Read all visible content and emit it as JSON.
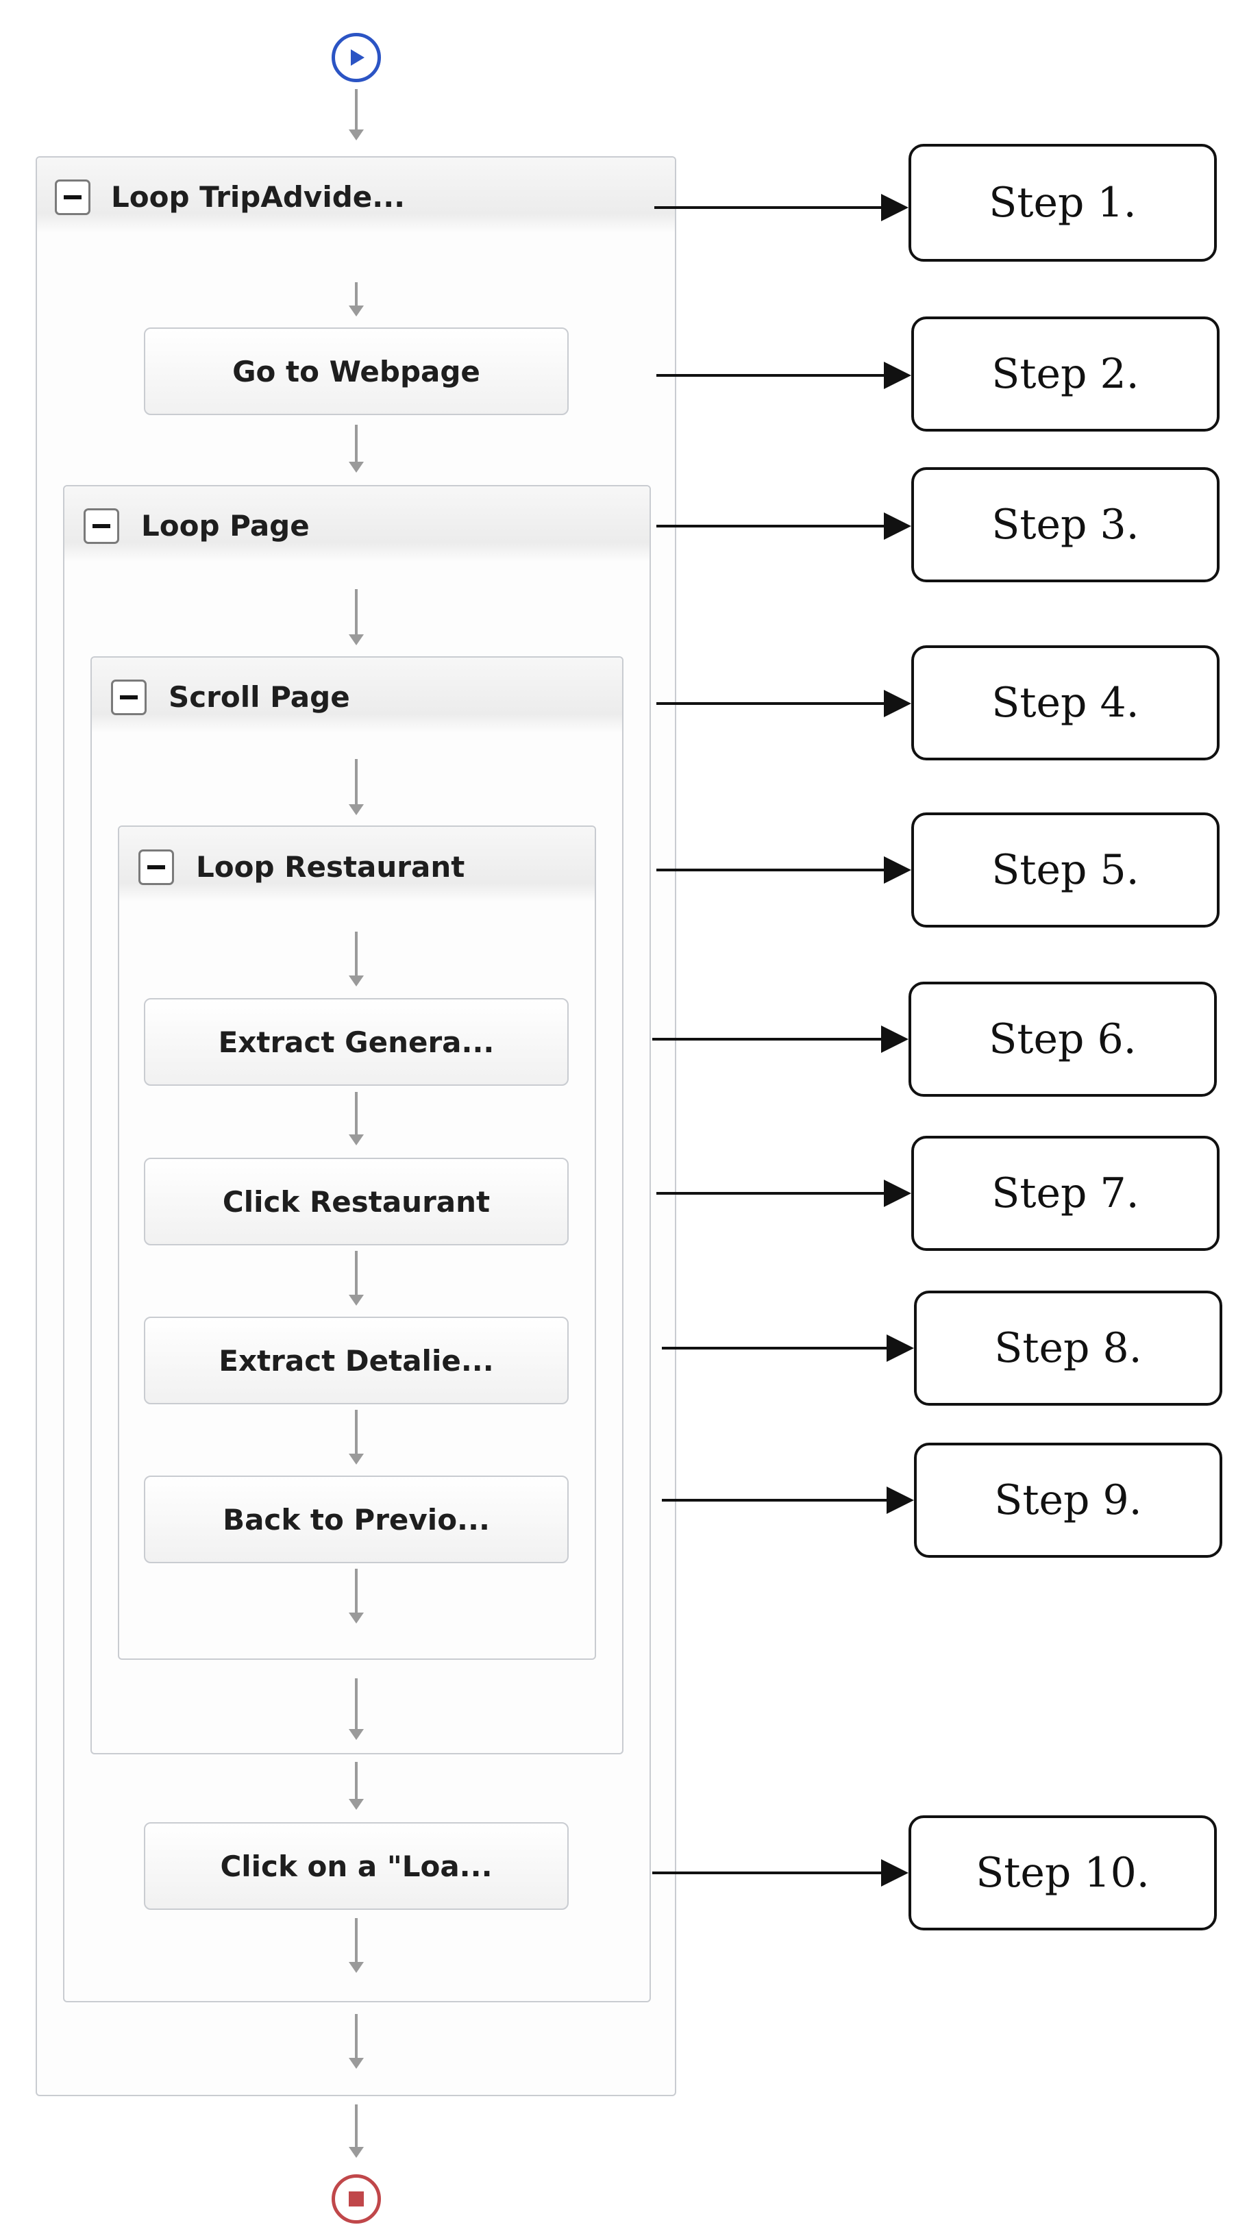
{
  "workflow": {
    "loop_tripadvisor": "Loop TripAdvide...",
    "go_to_webpage": "Go to Webpage",
    "loop_page": "Loop Page",
    "scroll_page": "Scroll Page",
    "loop_restaurant": "Loop Restaurant",
    "extract_general": "Extract Genera...",
    "click_restaurant": "Click Restaurant",
    "extract_detailed": "Extract Detalie...",
    "back_to_previous": "Back to Previo...",
    "click_load": "Click on a \"Loa..."
  },
  "steps": [
    "Step 1.",
    "Step 2.",
    "Step 3.",
    "Step 4.",
    "Step 5.",
    "Step 6.",
    "Step 7.",
    "Step 8.",
    "Step 9.",
    "Step 10."
  ],
  "icons": {
    "start": "play-circle-icon",
    "end": "stop-circle-icon",
    "collapse": "minus-square-icon"
  },
  "colors": {
    "start": "#2b54c4",
    "end": "#c0474a",
    "flow_arrow": "#9a9a9a",
    "step_arrow": "#111111"
  }
}
